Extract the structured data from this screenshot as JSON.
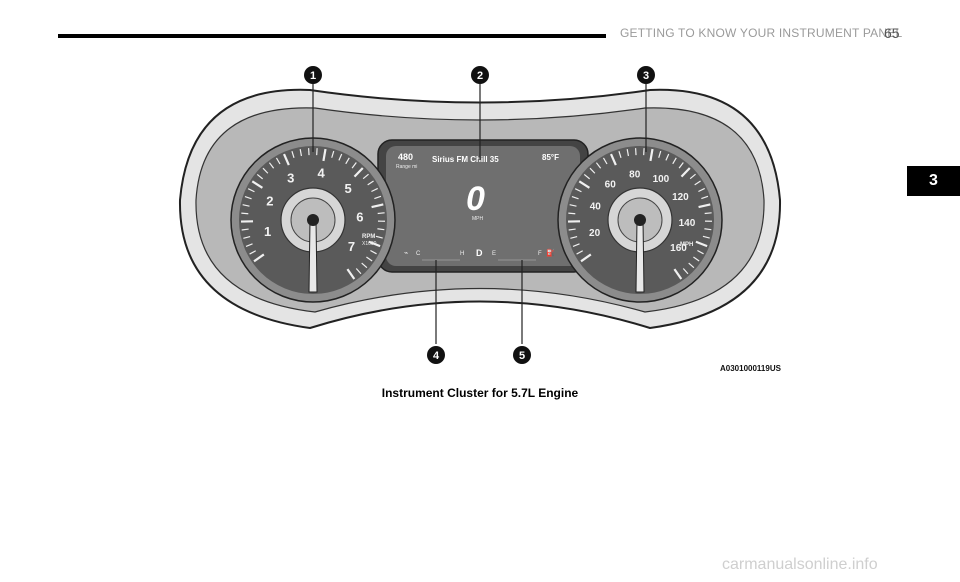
{
  "header": {
    "title": "GETTING TO KNOW YOUR INSTRUMENT PANEL",
    "page_number": "65"
  },
  "chapter_tab": "3",
  "figure": {
    "callouts": [
      "1",
      "2",
      "3",
      "4",
      "5"
    ],
    "tach_numbers": [
      "1",
      "2",
      "3",
      "4",
      "5",
      "6",
      "7"
    ],
    "tach_unit_line1": "RPM",
    "tach_unit_line2": "X1000",
    "speedo_numbers": [
      "20",
      "40",
      "60",
      "80",
      "100",
      "120",
      "140",
      "160"
    ],
    "speedo_unit": "MPH",
    "display": {
      "range_value": "480",
      "range_label": "Range mi",
      "radio_text": "Sirius FM Chill 35",
      "temperature": "85°F",
      "speed_value": "0",
      "speed_unit": "MPH",
      "temp_gauge_c": "C",
      "temp_gauge_h": "H",
      "gear": "D",
      "fuel_e": "E",
      "fuel_f": "F"
    },
    "code": "A0301000119US"
  },
  "caption": "Instrument Cluster for 5.7L Engine",
  "watermark": "carmanualsonline.info",
  "colors": {
    "cluster_outer": "#e4e4e4",
    "cluster_inner": "#9a9a9a",
    "gauge_face": "#cfcfcf",
    "display": "#6f6f6f",
    "chapter_tab": "#000000"
  }
}
